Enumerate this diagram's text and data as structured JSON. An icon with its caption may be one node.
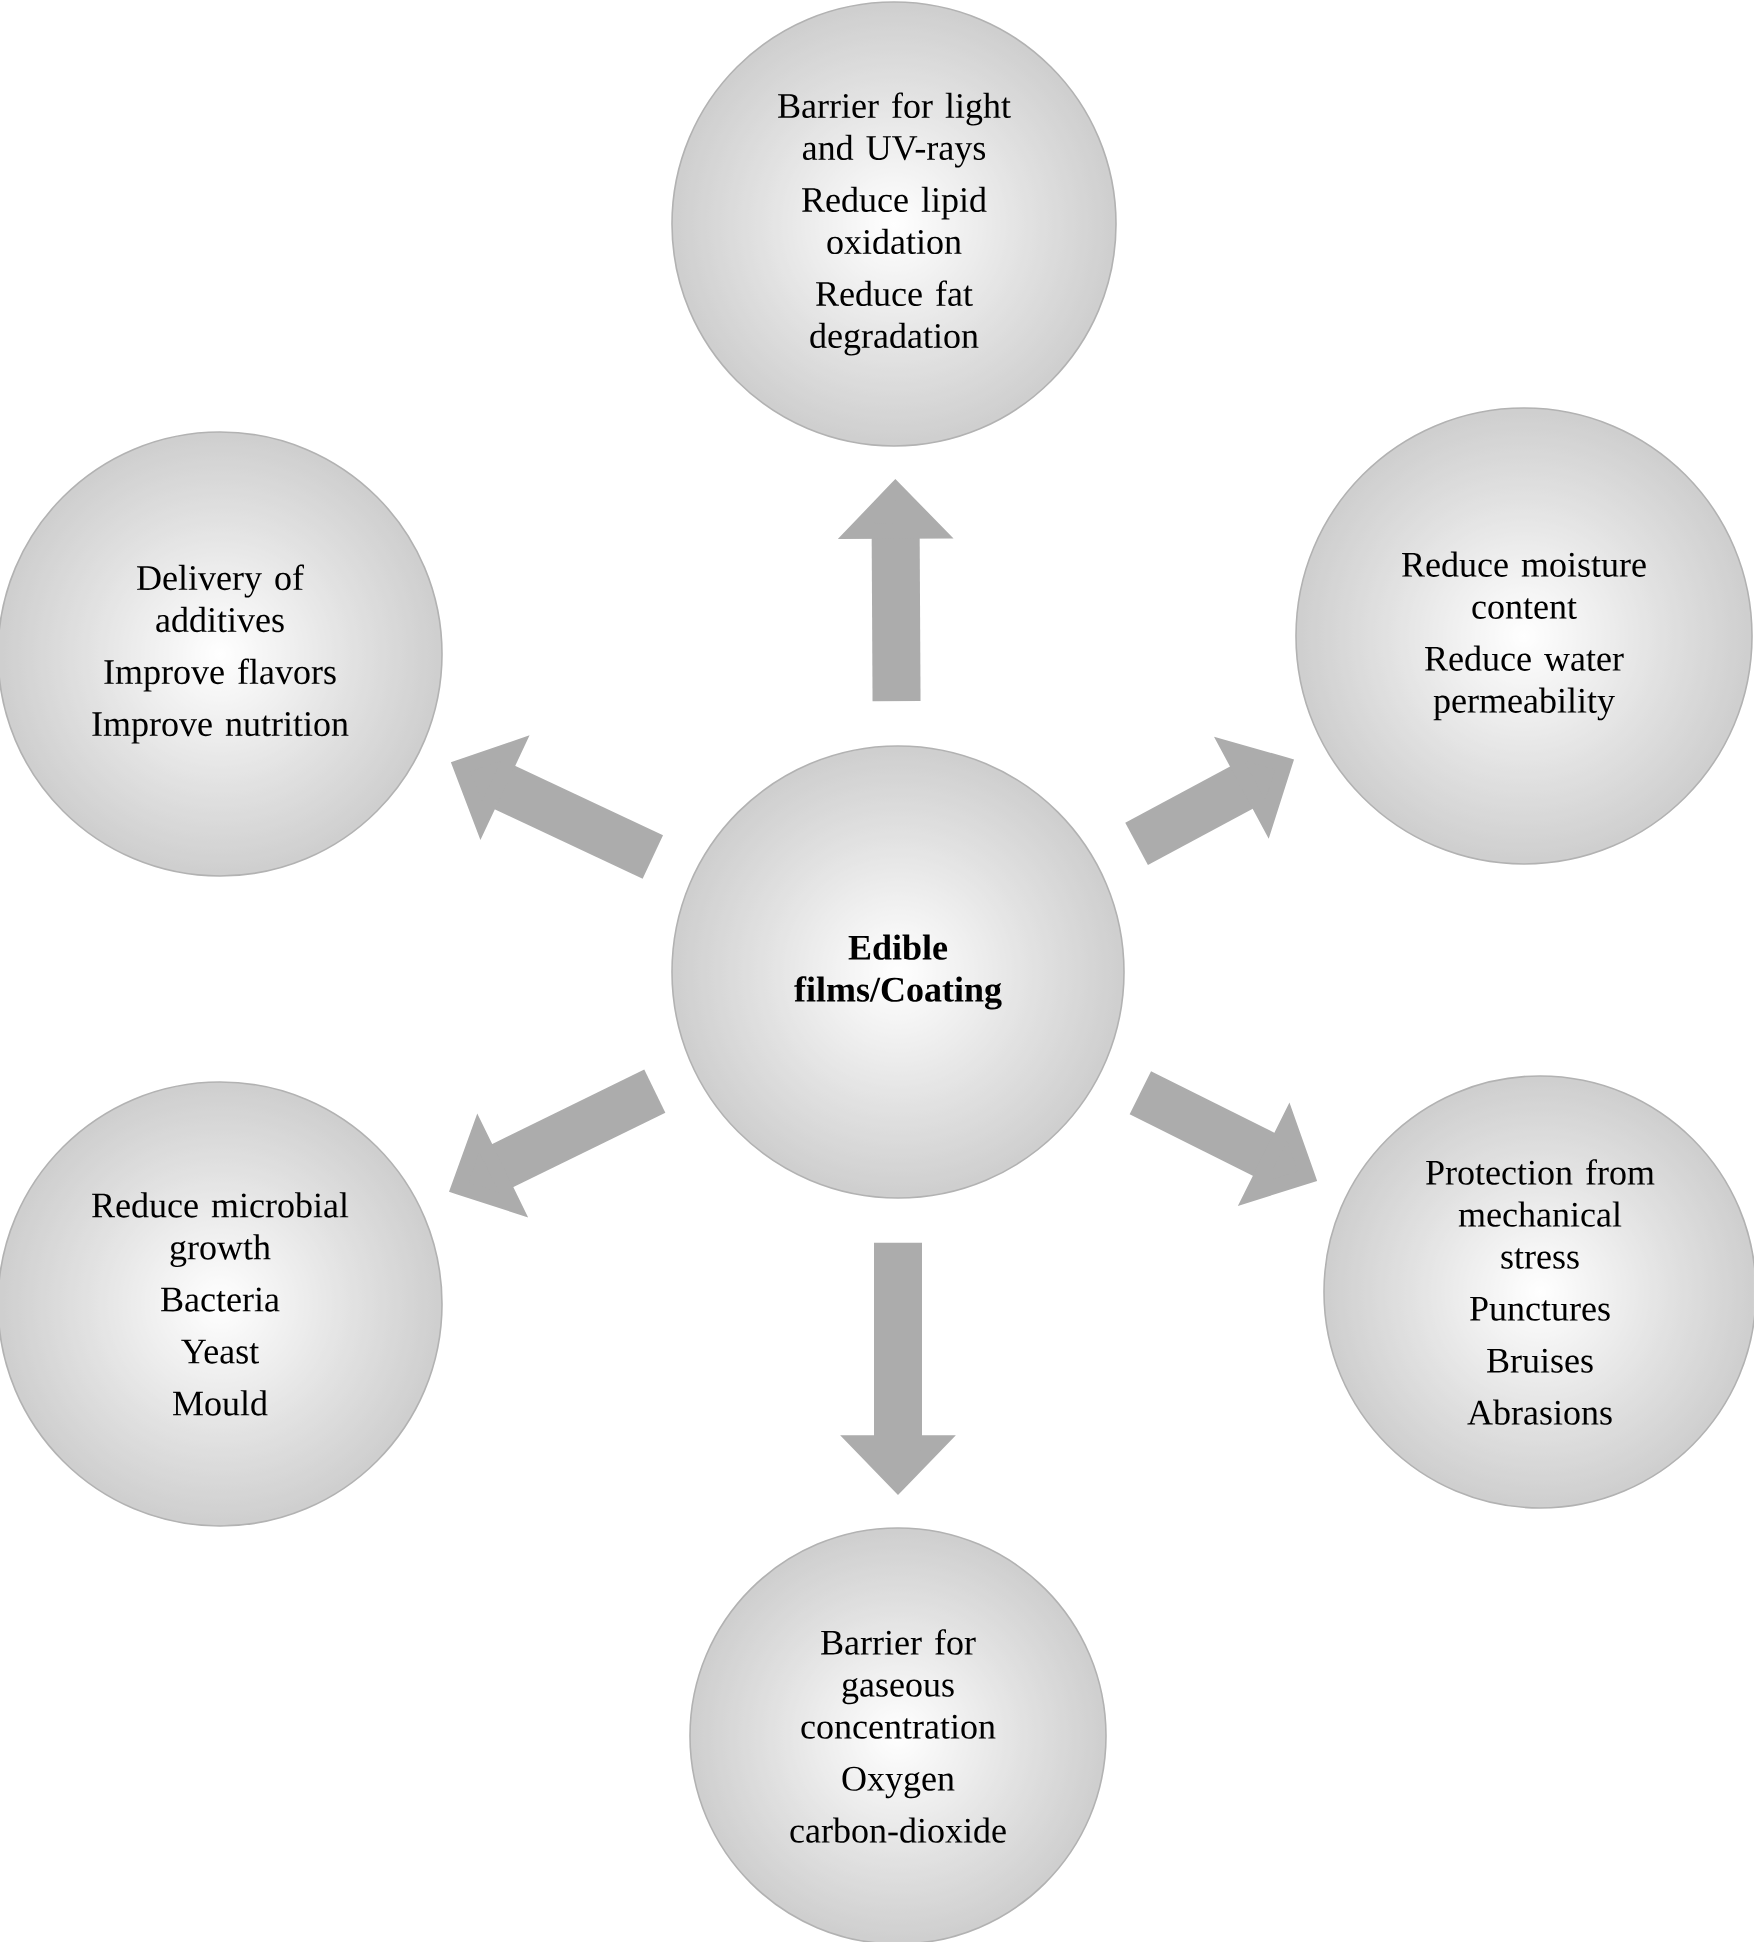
{
  "diagram": {
    "nodes": [
      {
        "text": [
          "Barrier for light and UV-rays",
          "Reduce lipid oxidation",
          "Reduce fat degradation"
        ]
      },
      {
        "text": [
          "Delivery of additives",
          "Improve flavors",
          "Improve nutrition"
        ]
      },
      {
        "text": [
          "Reduce moisture content",
          "Reduce water permeability"
        ]
      },
      {
        "text": [
          "Edible films/Coating"
        ]
      },
      {
        "text": [
          "Reduce microbial growth",
          "Bacteria",
          "Yeast",
          "Mould"
        ]
      },
      {
        "text": [
          "Protection from mechanical stress",
          "Punctures",
          "Bruises",
          "Abrasions"
        ]
      },
      {
        "text": [
          "Barrier for gaseous concentration",
          "Oxygen",
          "carbon-dioxide"
        ]
      }
    ],
    "edges": [
      {
        "from": 3,
        "to": 0,
        "arrow": "to"
      },
      {
        "from": 3,
        "to": 2,
        "arrow": "to"
      },
      {
        "from": 3,
        "to": 5,
        "arrow": "to"
      },
      {
        "from": 3,
        "to": 6,
        "arrow": "to"
      },
      {
        "from": 3,
        "to": 4,
        "arrow": "to"
      },
      {
        "from": 3,
        "to": 1,
        "arrow": "to"
      }
    ]
  }
}
